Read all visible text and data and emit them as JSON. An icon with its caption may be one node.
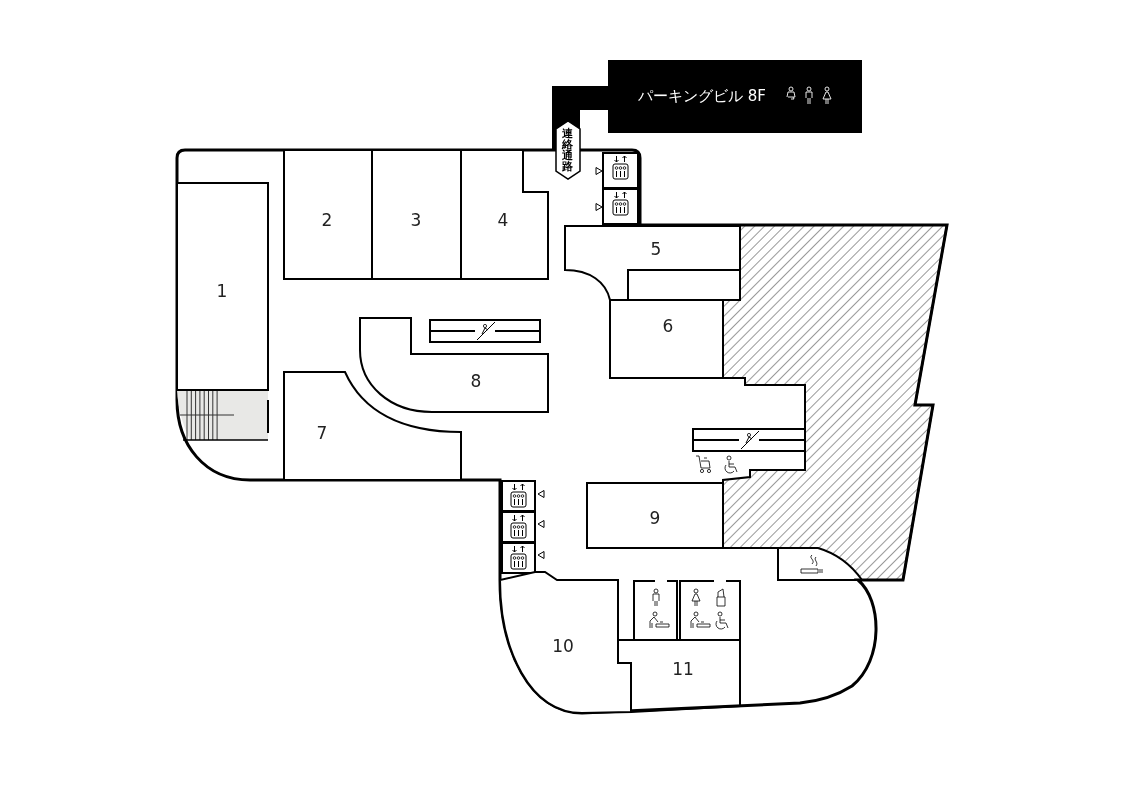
{
  "diagram": {
    "nodes": [
      {
        "text": [
          "パーキングビル 8F"
        ]
      },
      {
        "text": [
          "連絡通路"
        ]
      },
      {
        "text": [
          "1"
        ]
      },
      {
        "text": [
          "2"
        ]
      },
      {
        "text": [
          "3"
        ]
      },
      {
        "text": [
          "4"
        ]
      },
      {
        "text": [
          "5"
        ]
      },
      {
        "text": [
          "6"
        ]
      },
      {
        "text": [
          "7"
        ]
      },
      {
        "text": [
          "8"
        ]
      },
      {
        "text": [
          "9"
        ]
      },
      {
        "text": [
          "10"
        ]
      },
      {
        "text": [
          "11"
        ]
      }
    ]
  }
}
